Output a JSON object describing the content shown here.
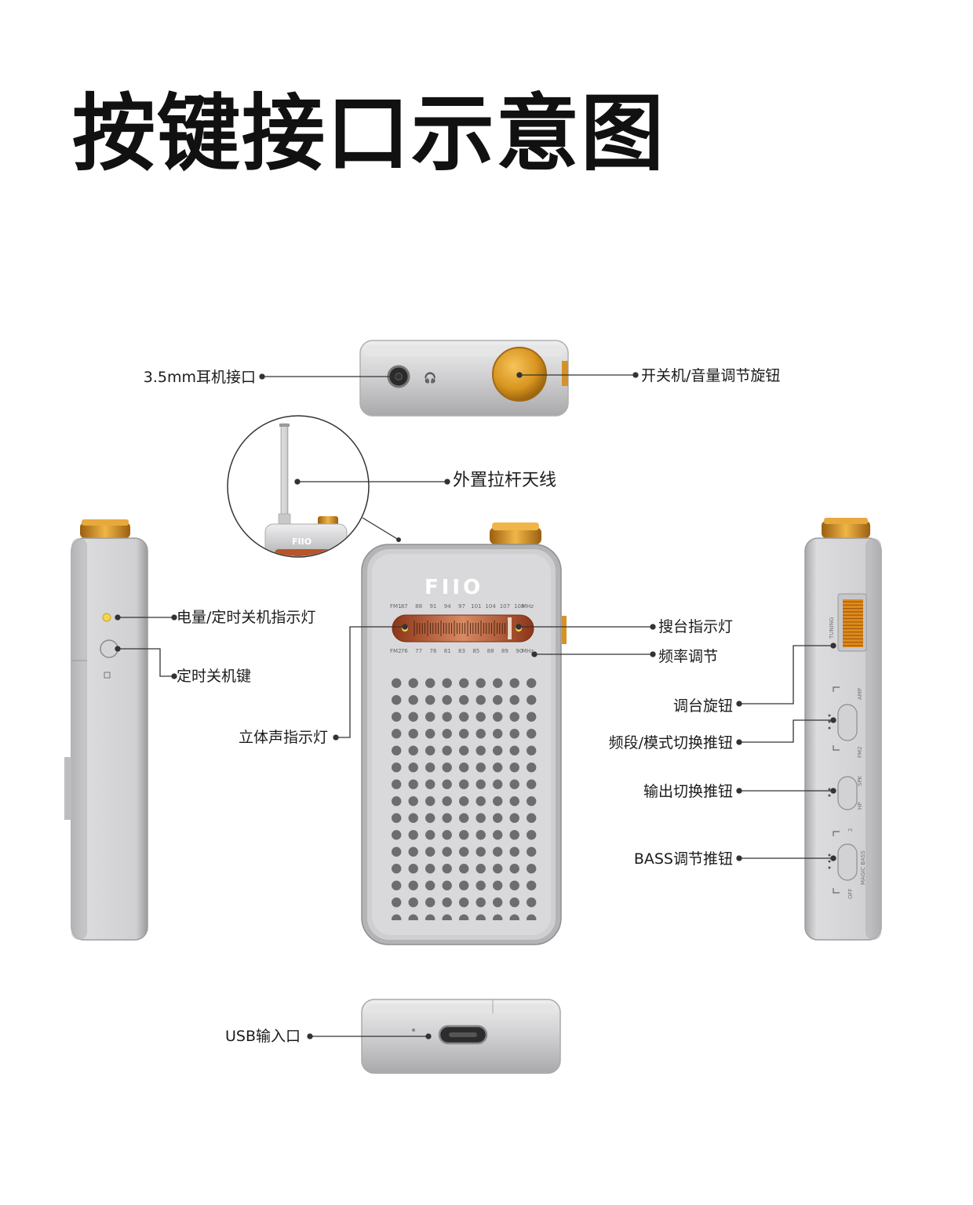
{
  "title": "按键接口示意图",
  "labels": {
    "headphone_jack": "3.5mm耳机接口",
    "power_volume_knob": "开关机/音量调节旋钮",
    "antenna": "外置拉杆天线",
    "battery_timer_led": "电量/定时关机指示灯",
    "timer_key": "定时关机键",
    "stereo_led": "立体声指示灯",
    "tuning_led": "搜台指示灯",
    "frequency_adjust": "频率调节",
    "tuning_knob": "调台旋钮",
    "band_mode_switch": "频段/模式切换推钮",
    "output_switch": "输出切换推钮",
    "bass_switch": "BASS调节推钮",
    "usb_port": "USB输入口"
  },
  "device": {
    "brand": "FIIO",
    "fm1_scale": [
      "FM1",
      "87",
      "88",
      "91",
      "94",
      "97",
      "101",
      "104",
      "107",
      "108",
      "MHz"
    ],
    "fm2_scale": [
      "FM2",
      "76",
      "77",
      "78",
      "81",
      "83",
      "85",
      "88",
      "89",
      "90",
      "MHz"
    ],
    "side_labels": {
      "tuning": "TUNING",
      "amp": "AMP",
      "fm2": "FM2",
      "spk": "SPK",
      "hp": "HP",
      "level2": "2",
      "magic_bass": "MAGIC BASS",
      "off": "OFF"
    }
  },
  "colors": {
    "gold": "#d9951f",
    "dial_orange": "#b8552a",
    "aluminium": "#c9c9cb",
    "led_yellow": "#f2d64b"
  }
}
